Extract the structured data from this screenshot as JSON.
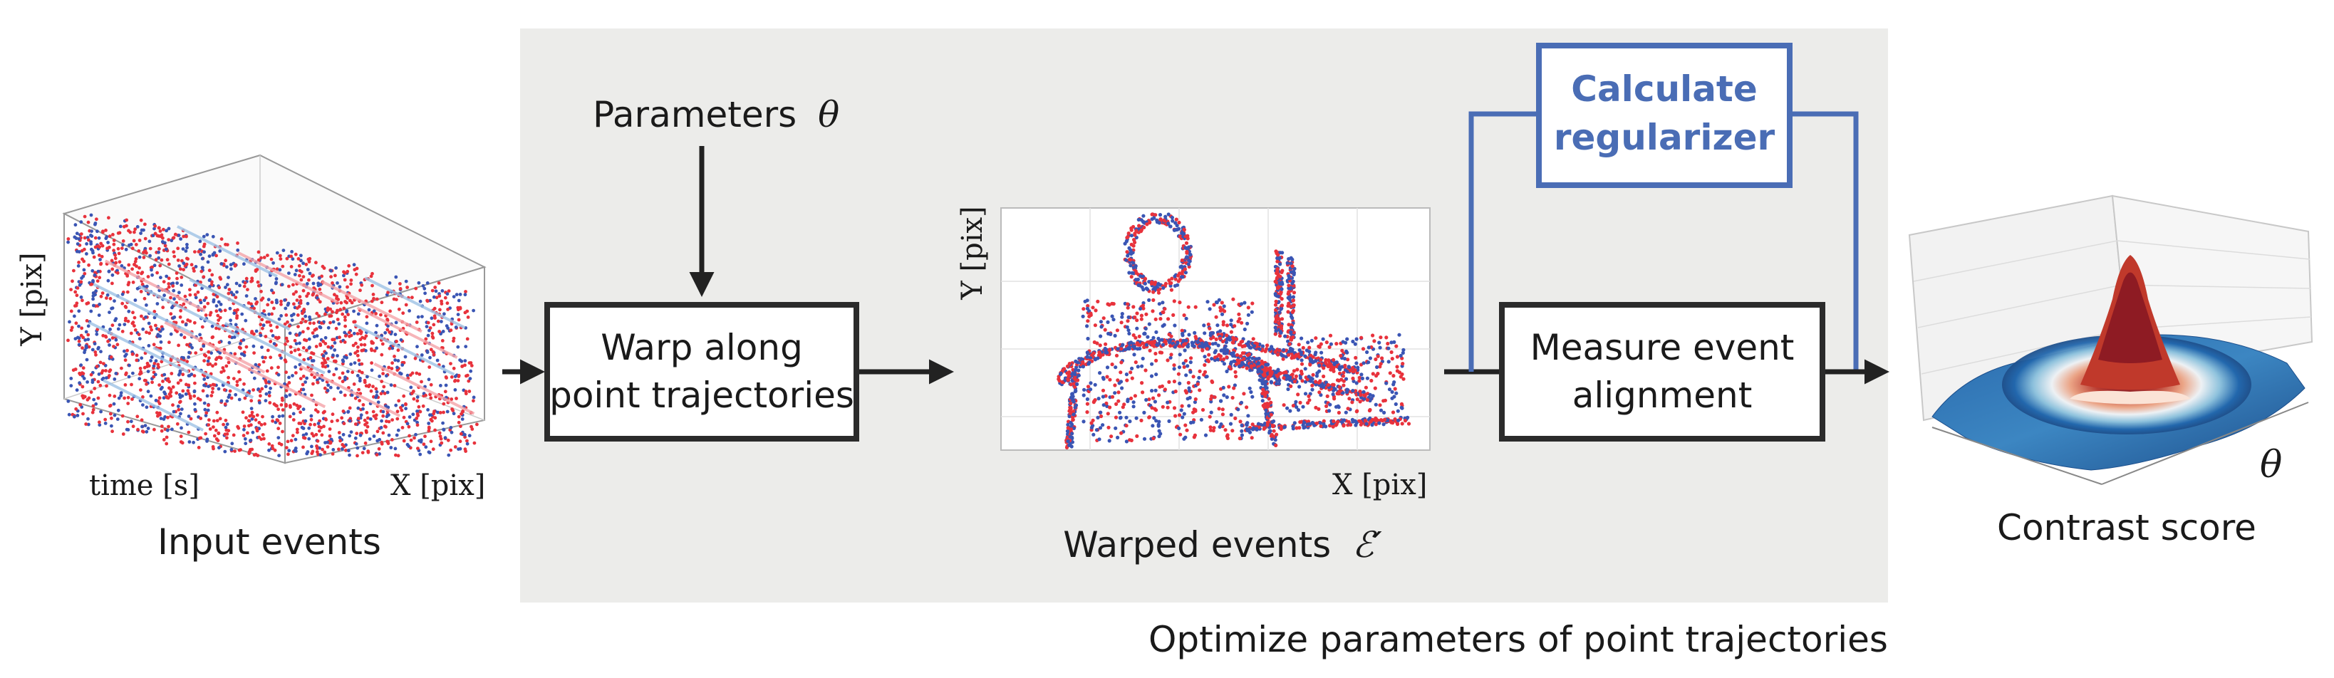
{
  "input_plot": {
    "y_axis_label": "Y [pix]",
    "time_axis_label": "time [s]",
    "x_axis_label": "X [pix]",
    "caption": "Input events"
  },
  "parameters_label": "Parameters",
  "parameters_symbol": "θ",
  "warp_box": {
    "line1": "Warp along",
    "line2": "point trajectories"
  },
  "warped_plot": {
    "y_axis_label": "Y [pix]",
    "x_axis_label": "X [pix]",
    "caption": "Warped events",
    "caption_symbol": "ℰ′"
  },
  "regularizer_box": {
    "line1": "Calculate",
    "line2": "regularizer"
  },
  "measure_box": {
    "line1": "Measure event",
    "line2": "alignment"
  },
  "contrast_plot": {
    "axis_symbol": "θ",
    "caption": "Contrast score"
  },
  "optimize_caption": "Optimize parameters of point trajectories",
  "colors": {
    "panel_background": "#ececea",
    "event_positive": "#e8323c",
    "event_negative": "#3a55b4",
    "regularizer_accent": "#4a6db5",
    "arrow": "#222222"
  }
}
